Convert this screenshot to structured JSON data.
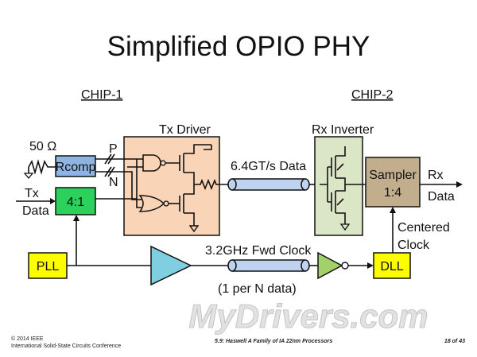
{
  "title": "Simplified OPIO PHY",
  "chips": {
    "left": "CHIP-1",
    "right": "CHIP-2"
  },
  "blocks": {
    "tx_driver": "Tx Driver",
    "rx_inverter": "Rx Inverter",
    "rcomp": "Rcomp",
    "mux": "4:1",
    "pll": "PLL",
    "dll": "DLL",
    "sampler_line1": "Sampler",
    "sampler_line2": "1:4"
  },
  "labels": {
    "resistor": "50 Ω",
    "p": "P",
    "n": "N",
    "tx_line1": "Tx",
    "tx_line2": "Data",
    "rx_line1": "Rx",
    "rx_line2": "Data",
    "data_rate": "6.4GT/s Data",
    "fwd_clock": "3.2GHz Fwd Clock",
    "per_n": "(1 per N data)",
    "centered_line1": "Centered",
    "centered_line2": "Clock"
  },
  "footer": {
    "copyright": "© 2014 IEEE",
    "conference": "International Solid-State Circuits Conference",
    "session": "5.9: Haswell A Family of IA 22nm Processors",
    "page": "18 of 43"
  },
  "watermark": "MyDrivers.com",
  "colors": {
    "tx_driver_fill": "#f9d4b7",
    "rx_inverter_fill": "#dbe6c6",
    "rcomp_fill": "#8db4e2",
    "mux_fill": "#2bd15a",
    "pll_fill": "#fdfd00",
    "dll_fill": "#fdfd00",
    "amp_fill": "#80cfe0",
    "sampler_fill": "#c2ad8d",
    "tline_fill": "#bed3ef"
  }
}
